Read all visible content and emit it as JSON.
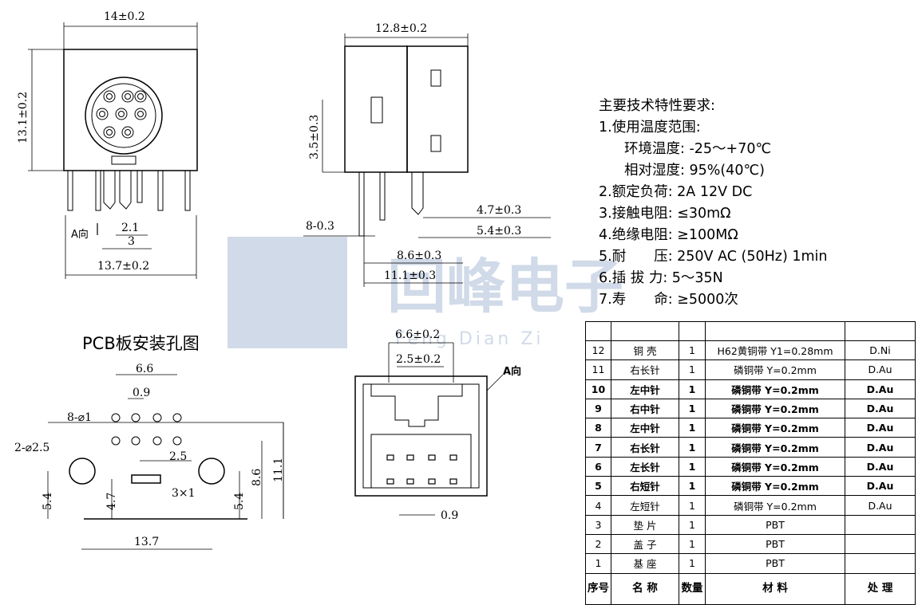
{
  "top_view": {
    "dim_width": "14±0.2",
    "dim_height": "13.1±0.2",
    "dim_pitch1": "2.1",
    "dim_pitch2": "3",
    "dim_bottom": "13.7±0.2",
    "direction": "A向"
  },
  "side_view": {
    "dim_width": "12.8±0.2",
    "dim_height": "3.5±0.3",
    "dim_pin": "8-0.3",
    "dim_a": "4.7±0.3",
    "dim_b": "5.4±0.3",
    "dim_c": "8.6±0.3",
    "dim_d": "11.1±0.3"
  },
  "specs": {
    "title": "主要技术特性要求:",
    "lines": [
      {
        "text": "1.使用温度范围:",
        "indent": false
      },
      {
        "text": "环境温度: -25～+70℃",
        "indent": true
      },
      {
        "text": "相对湿度: 95%(40℃)",
        "indent": true
      },
      {
        "text": "2.额定负荷: 2A 12V DC",
        "indent": false
      },
      {
        "text": "3.接触电阻: ≤30mΩ",
        "indent": false
      },
      {
        "text": "4.绝缘电阻: ≥100MΩ",
        "indent": false
      },
      {
        "text": "5.耐　　压: 250V AC (50Hz) 1min",
        "indent": false
      },
      {
        "text": "6.插 拔 力: 5～35N",
        "indent": false
      },
      {
        "text": "7.寿　　命: ≥5000次",
        "indent": false
      }
    ]
  },
  "pcb": {
    "title": "PCB板安装孔图",
    "dim_66": "6.6",
    "dim_09": "0.9",
    "holes": "8-⌀1",
    "mount": "2-⌀2.5",
    "dim_25": "2.5",
    "slot": "3×1",
    "dim_54l": "5.4",
    "dim_47": "4.7",
    "dim_54r": "5.4",
    "dim_86": "8.6",
    "dim_111": "11.1",
    "dim_137": "13.7"
  },
  "front_view": {
    "dim_66": "6.6±0.2",
    "dim_25": "2.5±0.2",
    "dim_09": "0.9",
    "direction": "A向"
  },
  "watermark": {
    "text": "回峰电子",
    "sub": "Feng Dian Zi"
  },
  "bom": {
    "rows": [
      {
        "no": "12",
        "name": "铜 壳",
        "qty": "1",
        "material": "H62黄铜带 Y1=0.28mm",
        "treat": "D.Ni",
        "bold": false
      },
      {
        "no": "11",
        "name": "右长针",
        "qty": "1",
        "material": "磷铜带 Y=0.2mm",
        "treat": "D.Au",
        "bold": false
      },
      {
        "no": "10",
        "name": "左中针",
        "qty": "1",
        "material": "磷铜带 Y=0.2mm",
        "treat": "D.Au",
        "bold": true
      },
      {
        "no": "9",
        "name": "右中针",
        "qty": "1",
        "material": "磷铜带 Y=0.2mm",
        "treat": "D.Au",
        "bold": true
      },
      {
        "no": "8",
        "name": "左中针",
        "qty": "1",
        "material": "磷铜带 Y=0.2mm",
        "treat": "D.Au",
        "bold": true
      },
      {
        "no": "7",
        "name": "右长针",
        "qty": "1",
        "material": "磷铜带 Y=0.2mm",
        "treat": "D.Au",
        "bold": true
      },
      {
        "no": "6",
        "name": "左长针",
        "qty": "1",
        "material": "磷铜带 Y=0.2mm",
        "treat": "D.Au",
        "bold": true
      },
      {
        "no": "5",
        "name": "右短针",
        "qty": "1",
        "material": "磷铜带 Y=0.2mm",
        "treat": "D.Au",
        "bold": true
      },
      {
        "no": "4",
        "name": "左短针",
        "qty": "1",
        "material": "磷铜带 Y=0.2mm",
        "treat": "D.Au",
        "bold": false
      },
      {
        "no": "3",
        "name": "垫 片",
        "qty": "1",
        "material": "PBT",
        "treat": "",
        "bold": false
      },
      {
        "no": "2",
        "name": "盖 子",
        "qty": "1",
        "material": "PBT",
        "treat": "",
        "bold": false
      },
      {
        "no": "1",
        "name": "基 座",
        "qty": "1",
        "material": "PBT",
        "treat": "",
        "bold": false
      }
    ],
    "header": {
      "no": "序号",
      "name": "名 称",
      "qty": "数量",
      "material": "材 料",
      "treat": "处 理"
    }
  }
}
